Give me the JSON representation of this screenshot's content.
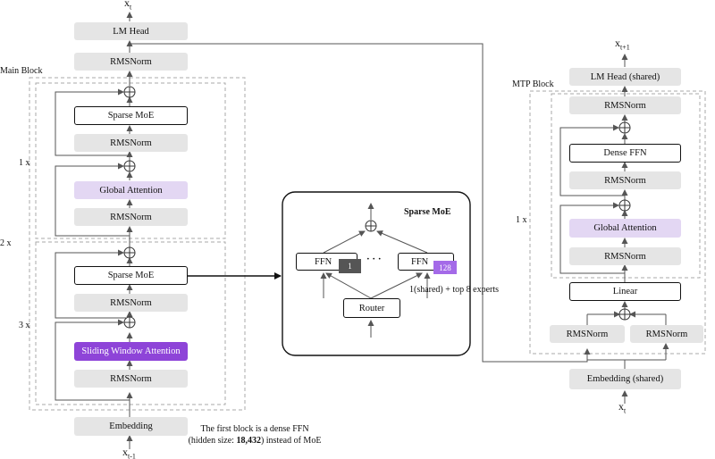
{
  "main": {
    "output_var": "x",
    "output_sub": "t",
    "input_var": "x",
    "input_sub": "t-1",
    "lm_head": "LM Head",
    "final_norm": "RMSNorm",
    "block_title": "Main Block",
    "outer_repeat": "2 x",
    "global_repeat": "1 x",
    "sliding_repeat": "3 x",
    "moe_upper": "Sparse MoE",
    "norm_upper_1": "RMSNorm",
    "global_attention": "Global Attention",
    "norm_upper_2": "RMSNorm",
    "moe_lower": "Sparse MoE",
    "norm_lower_1": "RMSNorm",
    "sliding_attention": "Sliding Window Attention",
    "norm_lower_2": "RMSNorm",
    "embedding": "Embedding",
    "note_line1": "The first block is a dense FFN",
    "note_line2_prefix": "(hidden size: ",
    "note_line2_bold": "18,432",
    "note_line2_suffix": ") instead of MoE"
  },
  "moe": {
    "title": "Sparse MoE",
    "ffn_left": "FFN",
    "ffn_left_index": "1",
    "dots": "· · ·",
    "ffn_right": "FFN",
    "ffn_right_index": "128",
    "experts_note": "1(shared) + top 8 experts",
    "router": "Router"
  },
  "mtp": {
    "block_title": "MTP Block",
    "output_var": "x",
    "output_sub": "t+1",
    "input_var": "x",
    "input_sub": "t",
    "lm_head": "LM Head (shared)",
    "norm_top": "RMSNorm",
    "dense_ffn": "Dense FFN",
    "norm_ffn": "RMSNorm",
    "repeat": "1 x",
    "global_attention": "Global Attention",
    "norm_attn": "RMSNorm",
    "linear": "Linear",
    "norm_left": "RMSNorm",
    "norm_right": "RMSNorm",
    "embedding": "Embedding (shared)"
  },
  "colors": {
    "grey_box": "#e5e5e5",
    "lavender": "#e3d7f3",
    "purple": "#8e44d8",
    "dark_tag": "#555555",
    "light_purple_tag": "#a46ae8"
  }
}
